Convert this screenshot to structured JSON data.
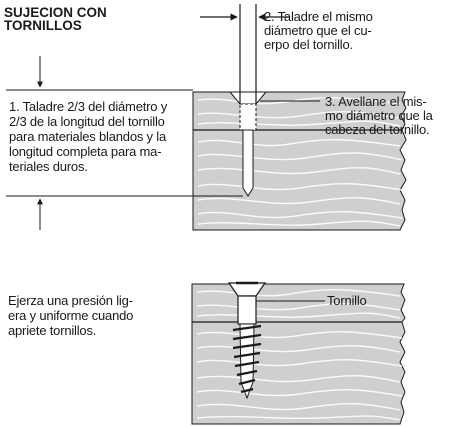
{
  "title": "SUJECION CON\nTORNILLOS",
  "note1": "2. Taladre el mismo\ndiámetro que el cu-\nerpo del tornillo.",
  "note2": "1. Taladre 2/3 del diámetro y\n2/3 de la longitud del tornillo\npara materiales blandos y la\nlongitud completa para ma-\nteriales duros.",
  "note3": "3. Avellane el mis-\nmo diámetro que la\ncabeza del tornillo.",
  "note4": "Ejerza una presión lig-\nera y uniforme cuando\napriete tornillos.",
  "screw_label": "Tornillo",
  "colors": {
    "ink": "#1a1a1a",
    "wood": "#cfcfcf",
    "grain": "#ffffff"
  }
}
